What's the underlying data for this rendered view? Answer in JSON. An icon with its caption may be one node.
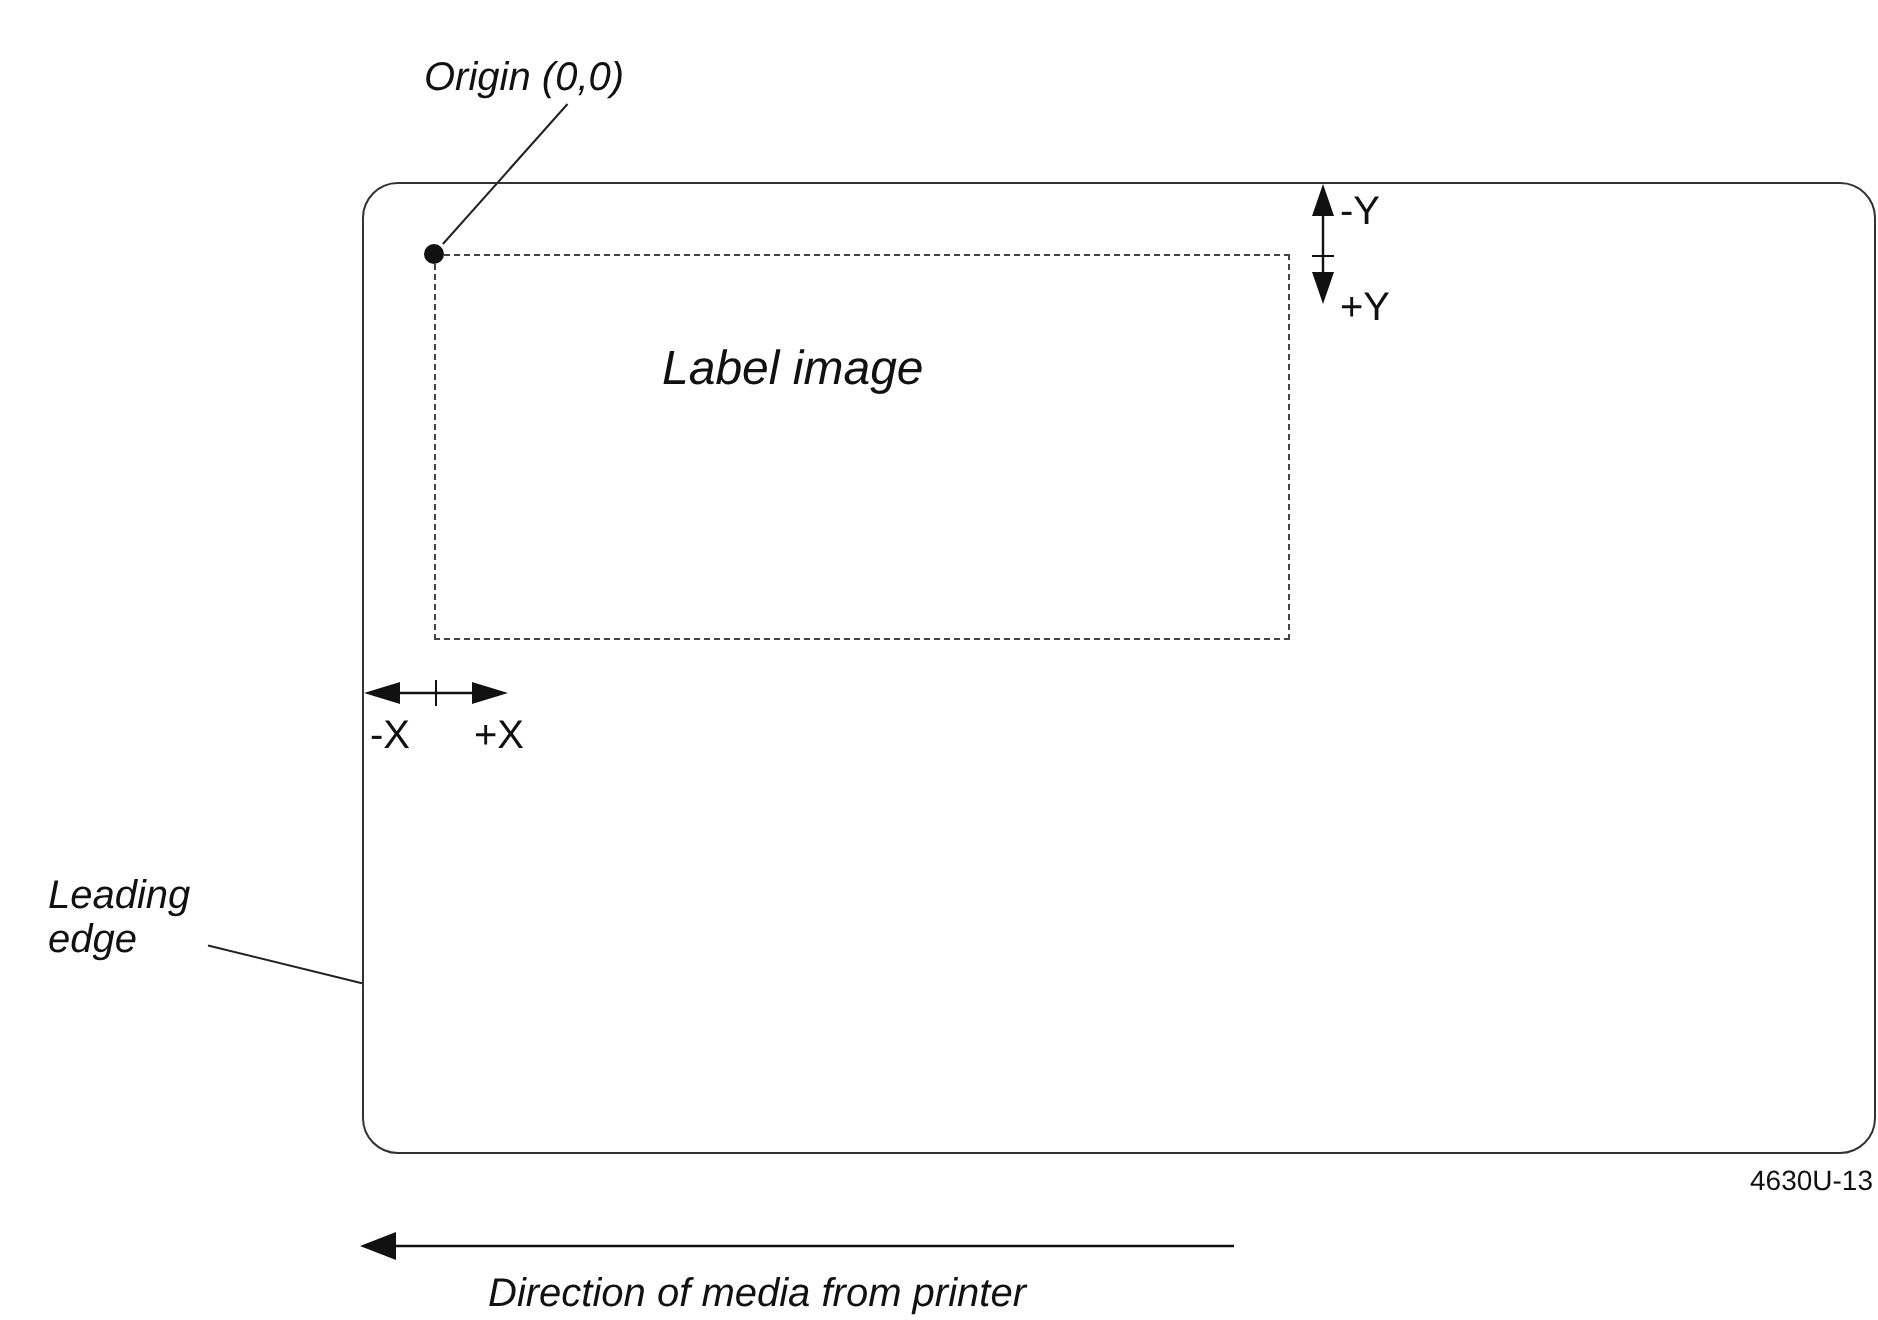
{
  "diagram": {
    "nodes": [
      {
        "text": [],
        "shape": "box"
      },
      {
        "text": [
          "Label image"
        ],
        "in": 0
      },
      {
        "text": [
          "Origin (0,0)"
        ]
      },
      {
        "text": [],
        "shape": "circle",
        "in": 0
      },
      {
        "text": [
          "Leading edge"
        ]
      }
    ],
    "edges": [
      {
        "from": 2,
        "to": 3,
        "arrow": "none"
      },
      {
        "from": 4,
        "to": 0,
        "arrow": "none"
      }
    ],
    "labels": [
      "-Y",
      "+Y",
      "-X",
      "+X",
      "4630U-13",
      "Direction of media from printer"
    ]
  }
}
